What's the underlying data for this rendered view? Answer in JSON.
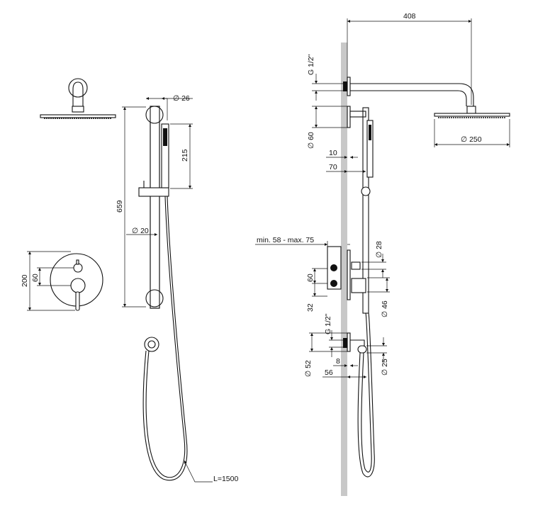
{
  "colors": {
    "line": "#111111",
    "wall": "#c8c8c8",
    "fill": "#ffffff",
    "text": "#111111"
  },
  "left_view": {
    "rail_diameter_top": "∅ 26",
    "handshower_length": "215",
    "rail_length": "659",
    "rail_diameter": "∅ 20",
    "valve_height": "200",
    "valve_spacing": "60",
    "hose_length": "L=1500"
  },
  "side_view": {
    "arm_length": "408",
    "thread_top": "G 1/2\"",
    "flange_diameter": "∅ 60",
    "offset_10": "10",
    "offset_70": "70",
    "head_diameter": "∅ 250",
    "install_depth": "min. 58 - max. 75",
    "knob_diameter": "∅ 28",
    "valve_spacing": "60",
    "valve_offset": "32",
    "lever_diameter": "∅ 46",
    "thread_bottom": "G 1/2\"",
    "outlet_flange": "∅ 52",
    "outlet_offset_8": "8",
    "outlet_offset_56": "56",
    "outlet_diameter": "∅ 25"
  }
}
